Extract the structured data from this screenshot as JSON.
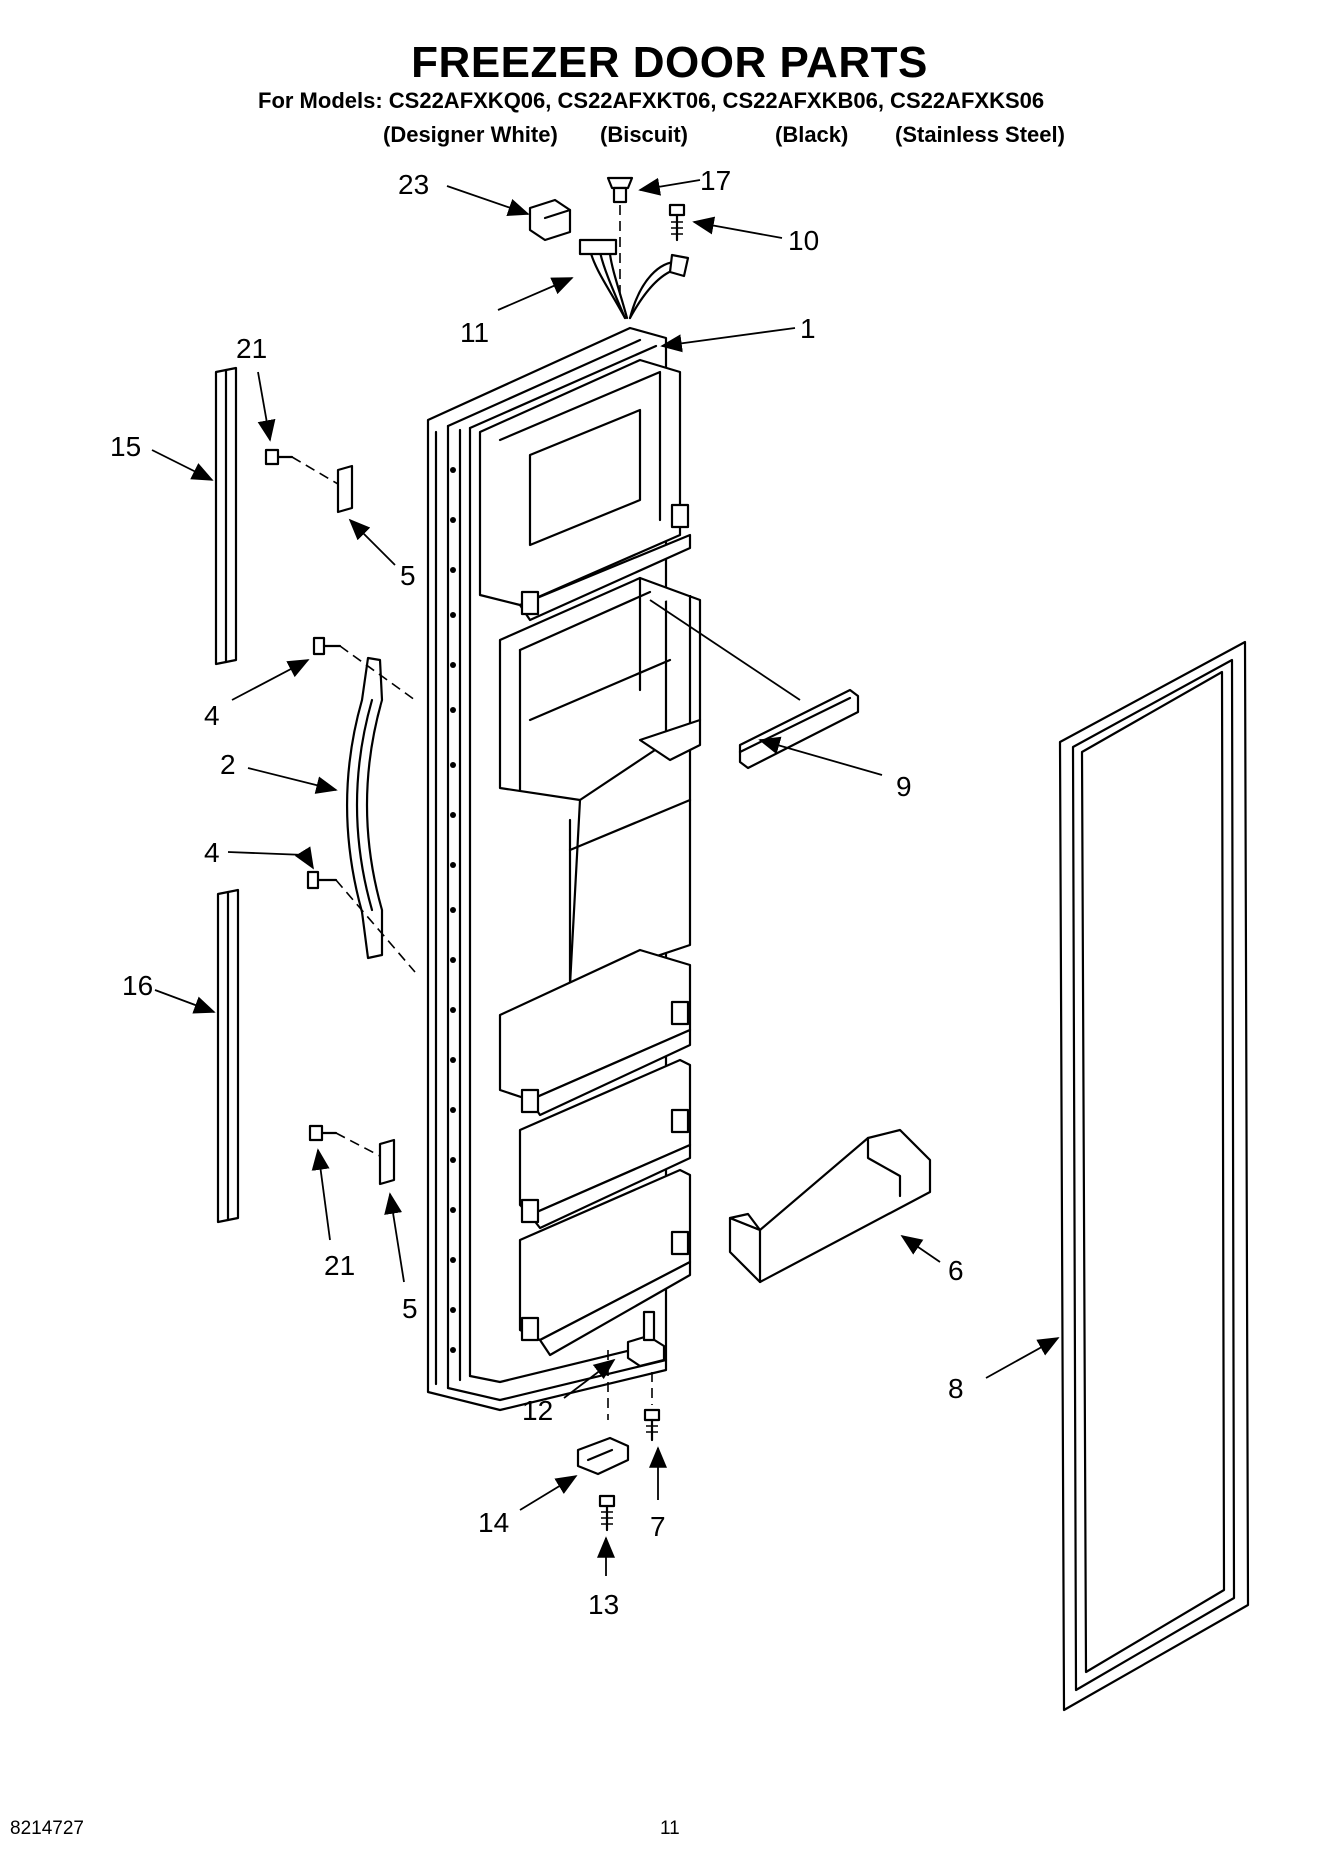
{
  "title": "FREEZER DOOR PARTS",
  "models_line": "For Models: CS22AFXKQ06, CS22AFXKT06, CS22AFXKB06, CS22AFXKS06",
  "colors": [
    "(Designer White)",
    "(Biscuit)",
    "(Black)",
    "(Stainless Steel)"
  ],
  "callouts": {
    "c23": "23",
    "c17": "17",
    "c10": "10",
    "c11": "11",
    "c1": "1",
    "c21a": "21",
    "c15": "15",
    "c5a": "5",
    "c4a": "4",
    "c2": "2",
    "c9": "9",
    "c4b": "4",
    "c16": "16",
    "c21b": "21",
    "c5b": "5",
    "c6": "6",
    "c12": "12",
    "c8": "8",
    "c14": "14",
    "c7": "7",
    "c13": "13"
  },
  "footer": {
    "doc_number": "8214727",
    "page_number": "11"
  }
}
